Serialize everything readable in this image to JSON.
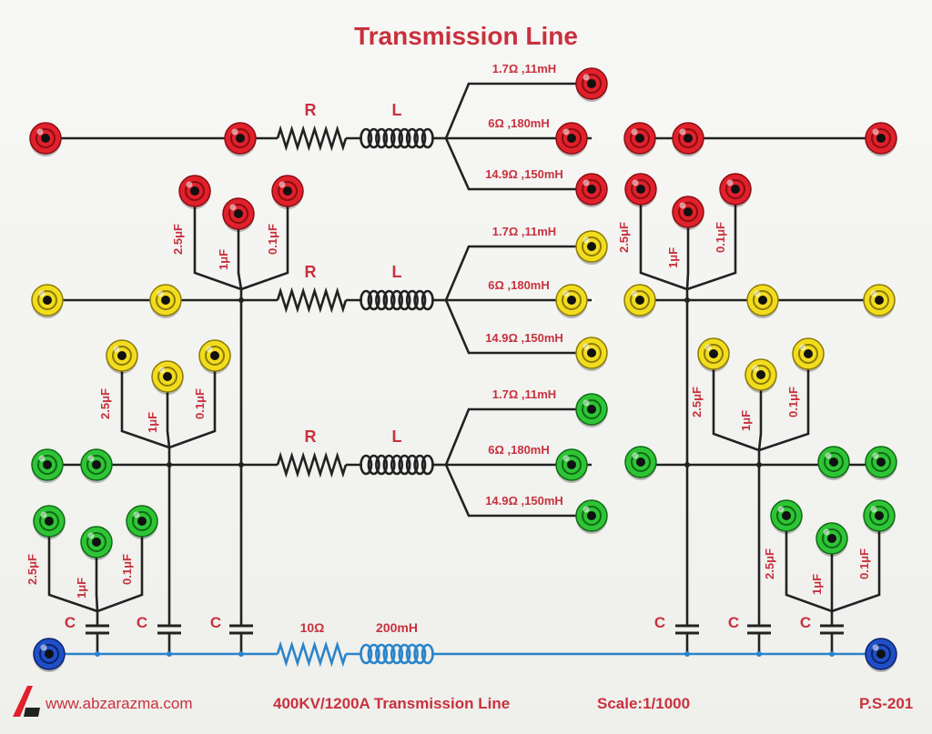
{
  "title": "Transmission Line",
  "labels": {
    "R": "R",
    "L": "L",
    "C": "C",
    "load_1": "1.7Ω ,11mH",
    "load_2": "6Ω ,180mH",
    "load_3": "14.9Ω ,150mH",
    "load_1b": "1.7Ω ,11mH",
    "load_2b": "6Ω ,180mH",
    "load_3b": "14.9Ω ,150mH",
    "load_1c": "1.7Ω ,11mH",
    "load_2c": "6Ω ,180mH",
    "load_3c": "14.9Ω ,150mH",
    "cap_a": "2.5μF",
    "cap_b": "1μF",
    "cap_c": "0.1μF",
    "neutral_r": "10Ω",
    "neutral_l": "200mH"
  },
  "footer": {
    "website": "www.abzarazma.com",
    "description": "400KV/1200A Transmission Line",
    "scale": "Scale:1/1000",
    "model": "P.S-201"
  },
  "colors": {
    "red": "#e0212b",
    "yellow": "#f2dc1e",
    "green": "#2fc436",
    "blue": "#1f4fc8",
    "accent": "#c8313d"
  }
}
